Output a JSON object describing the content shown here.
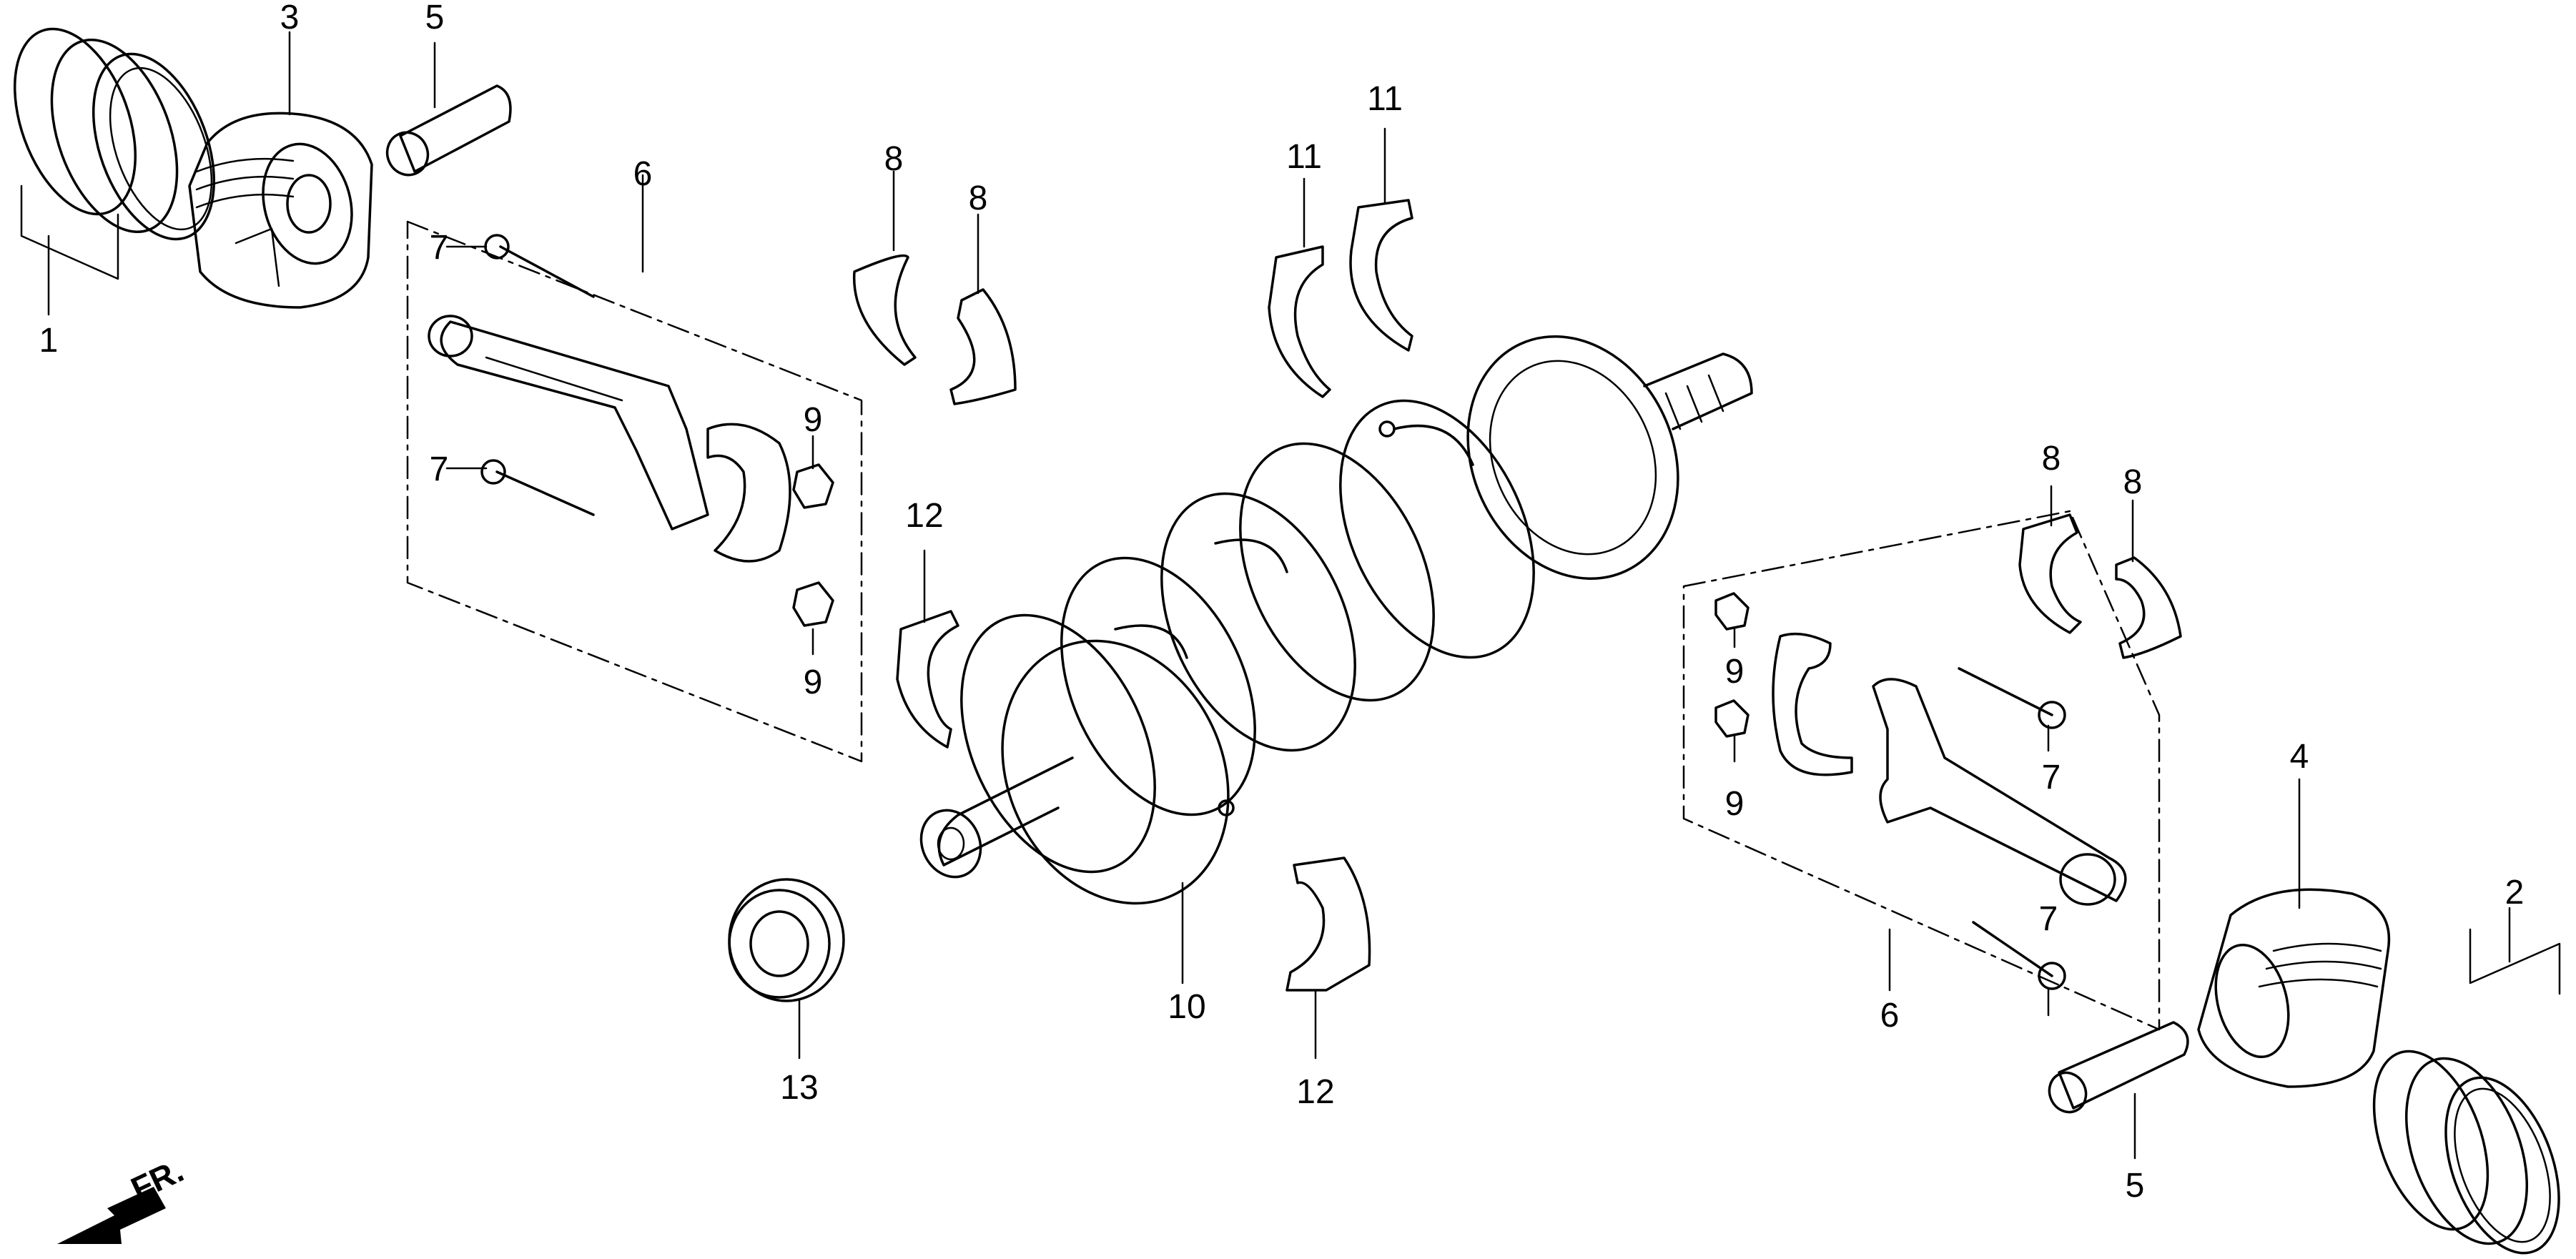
{
  "diagram": {
    "callouts": [
      "1",
      "2",
      "3",
      "4",
      "5",
      "5",
      "6",
      "6",
      "7",
      "7",
      "7",
      "7",
      "8",
      "8",
      "8",
      "8",
      "9",
      "9",
      "9",
      "9",
      "10",
      "11",
      "11",
      "12",
      "12",
      "13"
    ],
    "orientation_label": "FR."
  }
}
